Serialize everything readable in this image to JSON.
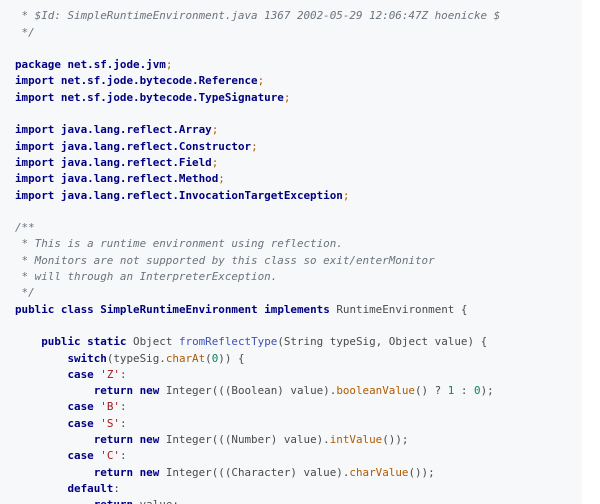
{
  "colors": {
    "background": "#f6f8fa",
    "text": "#24292e",
    "comment": "#6a737d",
    "keyword": "#000080",
    "string": "#a31515",
    "number": "#098658",
    "method": "#3f51b5",
    "accessor": "#b05a00"
  },
  "code": {
    "language": "java",
    "lines": [
      [
        {
          "t": " *",
          "k": "comment"
        }
      ],
      [
        {
          "t": " * $Id: SimpleRuntimeEnvironment.java 1367 2002-05-29 12:06:47Z hoenicke $",
          "k": "comment"
        }
      ],
      [
        {
          "t": " */",
          "k": "comment"
        }
      ],
      [],
      [
        {
          "t": "package",
          "k": "keyword"
        },
        {
          "t": " ",
          "k": "punct"
        },
        {
          "t": "net.sf.jode.jvm",
          "k": "class"
        },
        {
          "t": ";",
          "k": "accessor"
        }
      ],
      [
        {
          "t": "import",
          "k": "keyword"
        },
        {
          "t": " ",
          "k": "punct"
        },
        {
          "t": "net.sf.jode.bytecode.Reference",
          "k": "class"
        },
        {
          "t": ";",
          "k": "accessor"
        }
      ],
      [
        {
          "t": "import",
          "k": "keyword"
        },
        {
          "t": " ",
          "k": "punct"
        },
        {
          "t": "net.sf.jode.bytecode.TypeSignature",
          "k": "class"
        },
        {
          "t": ";",
          "k": "accessor"
        }
      ],
      [],
      [
        {
          "t": "import",
          "k": "keyword"
        },
        {
          "t": " ",
          "k": "punct"
        },
        {
          "t": "java.lang.reflect.Array",
          "k": "class"
        },
        {
          "t": ";",
          "k": "accessor"
        }
      ],
      [
        {
          "t": "import",
          "k": "keyword"
        },
        {
          "t": " ",
          "k": "punct"
        },
        {
          "t": "java.lang.reflect.Constructor",
          "k": "class"
        },
        {
          "t": ";",
          "k": "accessor"
        }
      ],
      [
        {
          "t": "import",
          "k": "keyword"
        },
        {
          "t": " ",
          "k": "punct"
        },
        {
          "t": "java.lang.reflect.Field",
          "k": "class"
        },
        {
          "t": ";",
          "k": "accessor"
        }
      ],
      [
        {
          "t": "import",
          "k": "keyword"
        },
        {
          "t": " ",
          "k": "punct"
        },
        {
          "t": "java.lang.reflect.Method",
          "k": "class"
        },
        {
          "t": ";",
          "k": "accessor"
        }
      ],
      [
        {
          "t": "import",
          "k": "keyword"
        },
        {
          "t": " ",
          "k": "punct"
        },
        {
          "t": "java.lang.reflect.InvocationTargetException",
          "k": "class"
        },
        {
          "t": ";",
          "k": "accessor"
        }
      ],
      [],
      [
        {
          "t": "/**",
          "k": "comment"
        }
      ],
      [
        {
          "t": " * This is a runtime environment using reflection.",
          "k": "comment"
        }
      ],
      [
        {
          "t": " * Monitors are not supported by this class so exit/enterMonitor",
          "k": "comment"
        }
      ],
      [
        {
          "t": " * will through an InterpreterException.",
          "k": "comment"
        }
      ],
      [
        {
          "t": " */",
          "k": "comment"
        }
      ],
      [
        {
          "t": "public",
          "k": "keyword"
        },
        {
          "t": " ",
          "k": "punct"
        },
        {
          "t": "class",
          "k": "keyword"
        },
        {
          "t": " ",
          "k": "punct"
        },
        {
          "t": "SimpleRuntimeEnvironment",
          "k": "class"
        },
        {
          "t": " ",
          "k": "punct"
        },
        {
          "t": "implements",
          "k": "keyword"
        },
        {
          "t": " RuntimeEnvironment {",
          "k": "muted"
        }
      ],
      [],
      [
        {
          "t": "    ",
          "k": "punct"
        },
        {
          "t": "public",
          "k": "keyword"
        },
        {
          "t": " ",
          "k": "punct"
        },
        {
          "t": "static",
          "k": "keyword"
        },
        {
          "t": " Object ",
          "k": "muted"
        },
        {
          "t": "fromReflectType",
          "k": "method"
        },
        {
          "t": "(String typeSig, Object value) {",
          "k": "muted"
        }
      ],
      [
        {
          "t": "        ",
          "k": "punct"
        },
        {
          "t": "switch",
          "k": "keyword"
        },
        {
          "t": "(typeSig.",
          "k": "muted"
        },
        {
          "t": "charAt",
          "k": "accessor"
        },
        {
          "t": "(",
          "k": "muted"
        },
        {
          "t": "0",
          "k": "number"
        },
        {
          "t": ")) {",
          "k": "muted"
        }
      ],
      [
        {
          "t": "        ",
          "k": "punct"
        },
        {
          "t": "case",
          "k": "keyword"
        },
        {
          "t": " ",
          "k": "punct"
        },
        {
          "t": "'Z'",
          "k": "string"
        },
        {
          "t": ":",
          "k": "muted"
        }
      ],
      [
        {
          "t": "            ",
          "k": "punct"
        },
        {
          "t": "return",
          "k": "keyword"
        },
        {
          "t": " ",
          "k": "punct"
        },
        {
          "t": "new",
          "k": "keyword"
        },
        {
          "t": " Integer(((Boolean) value).",
          "k": "muted"
        },
        {
          "t": "booleanValue",
          "k": "accessor"
        },
        {
          "t": "() ? ",
          "k": "muted"
        },
        {
          "t": "1",
          "k": "number"
        },
        {
          "t": " : ",
          "k": "muted"
        },
        {
          "t": "0",
          "k": "number"
        },
        {
          "t": ");",
          "k": "muted"
        }
      ],
      [
        {
          "t": "        ",
          "k": "punct"
        },
        {
          "t": "case",
          "k": "keyword"
        },
        {
          "t": " ",
          "k": "punct"
        },
        {
          "t": "'B'",
          "k": "string"
        },
        {
          "t": ":",
          "k": "muted"
        }
      ],
      [
        {
          "t": "        ",
          "k": "punct"
        },
        {
          "t": "case",
          "k": "keyword"
        },
        {
          "t": " ",
          "k": "punct"
        },
        {
          "t": "'S'",
          "k": "string"
        },
        {
          "t": ":",
          "k": "muted"
        }
      ],
      [
        {
          "t": "            ",
          "k": "punct"
        },
        {
          "t": "return",
          "k": "keyword"
        },
        {
          "t": " ",
          "k": "punct"
        },
        {
          "t": "new",
          "k": "keyword"
        },
        {
          "t": " Integer(((Number) value).",
          "k": "muted"
        },
        {
          "t": "intValue",
          "k": "accessor"
        },
        {
          "t": "());",
          "k": "muted"
        }
      ],
      [
        {
          "t": "        ",
          "k": "punct"
        },
        {
          "t": "case",
          "k": "keyword"
        },
        {
          "t": " ",
          "k": "punct"
        },
        {
          "t": "'C'",
          "k": "string"
        },
        {
          "t": ":",
          "k": "muted"
        }
      ],
      [
        {
          "t": "            ",
          "k": "punct"
        },
        {
          "t": "return",
          "k": "keyword"
        },
        {
          "t": " ",
          "k": "punct"
        },
        {
          "t": "new",
          "k": "keyword"
        },
        {
          "t": " Integer(((Character) value).",
          "k": "muted"
        },
        {
          "t": "charValue",
          "k": "accessor"
        },
        {
          "t": "());",
          "k": "muted"
        }
      ],
      [
        {
          "t": "        ",
          "k": "punct"
        },
        {
          "t": "default",
          "k": "keyword"
        },
        {
          "t": ":",
          "k": "muted"
        }
      ],
      [
        {
          "t": "            ",
          "k": "punct"
        },
        {
          "t": "return",
          "k": "keyword"
        },
        {
          "t": " value;",
          "k": "muted"
        }
      ]
    ]
  }
}
